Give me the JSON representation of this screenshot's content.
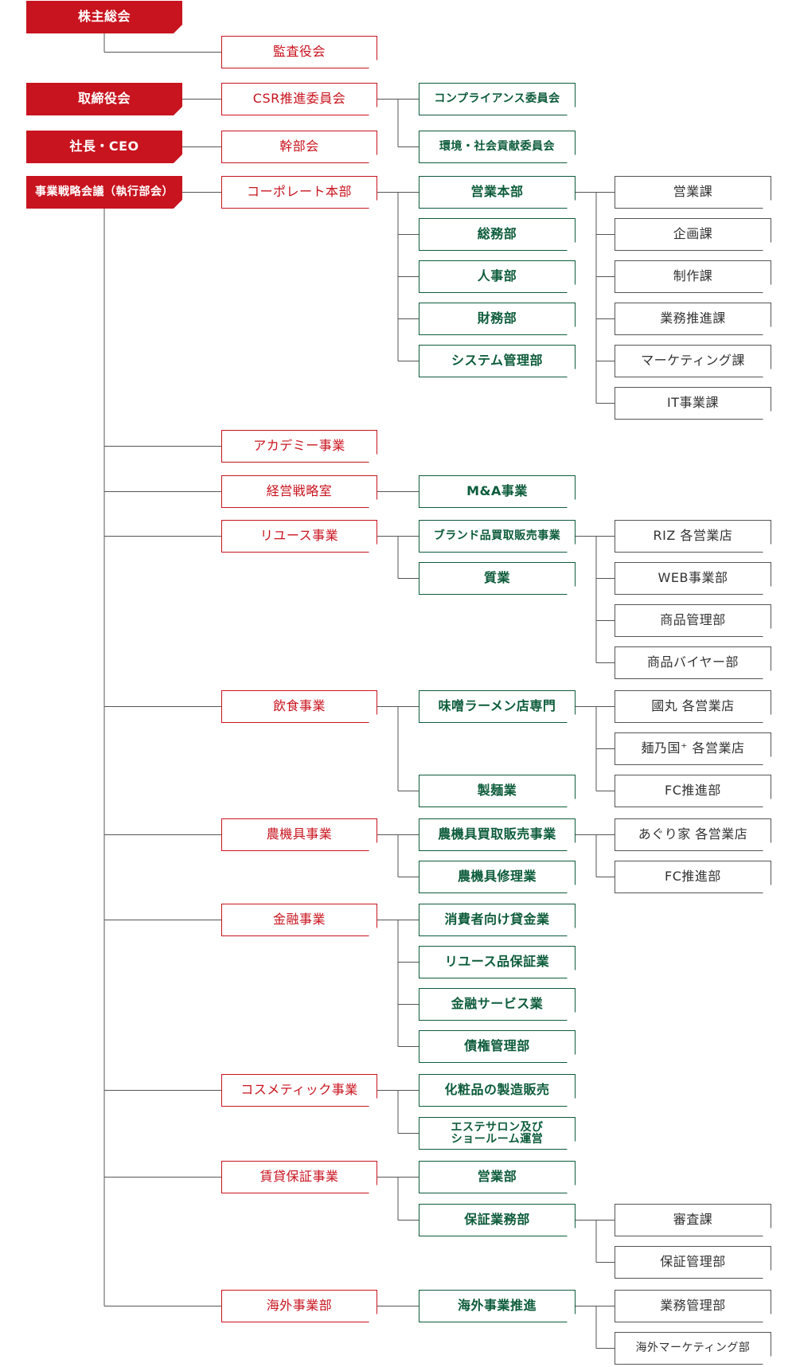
{
  "nodes": [
    {
      "id": "shareholders",
      "label": "株主総会",
      "style": "top"
    },
    {
      "id": "audit",
      "label": "監査役会",
      "style": "red"
    },
    {
      "id": "board",
      "label": "取締役会",
      "style": "top"
    },
    {
      "id": "csr",
      "label": "CSR推進委員会",
      "style": "red"
    },
    {
      "id": "compliance",
      "label": "コンプライアンス委員会",
      "style": "green"
    },
    {
      "id": "environment",
      "label": "環境・社会貢献委員会",
      "style": "green"
    },
    {
      "id": "ceo",
      "label": "社長・CEO",
      "style": "top"
    },
    {
      "id": "executives",
      "label": "幹部会",
      "style": "red"
    },
    {
      "id": "strategy_meeting",
      "label": "事業戦略会議（執行部会）",
      "style": "top"
    },
    {
      "id": "corporate",
      "label": "コーポレート本部",
      "style": "red"
    },
    {
      "id": "sales_hq",
      "label": "営業本部",
      "style": "green"
    },
    {
      "id": "general_affairs",
      "label": "総務部",
      "style": "green"
    },
    {
      "id": "hr",
      "label": "人事部",
      "style": "green"
    },
    {
      "id": "finance",
      "label": "財務部",
      "style": "green"
    },
    {
      "id": "system",
      "label": "システム管理部",
      "style": "green"
    },
    {
      "id": "sales_sec",
      "label": "営業課",
      "style": "gray"
    },
    {
      "id": "planning_sec",
      "label": "企画課",
      "style": "gray"
    },
    {
      "id": "production_sec",
      "label": "制作課",
      "style": "gray"
    },
    {
      "id": "business_promo_sec",
      "label": "業務推進課",
      "style": "gray"
    },
    {
      "id": "marketing_sec",
      "label": "マーケティング課",
      "style": "gray"
    },
    {
      "id": "it_sec",
      "label": "IT事業課",
      "style": "gray"
    },
    {
      "id": "academy",
      "label": "アカデミー事業",
      "style": "red"
    },
    {
      "id": "mgmt_strategy",
      "label": "経営戦略室",
      "style": "red"
    },
    {
      "id": "ma",
      "label": "M&A事業",
      "style": "green"
    },
    {
      "id": "reuse",
      "label": "リユース事業",
      "style": "red"
    },
    {
      "id": "brand_trade",
      "label": "ブランド品買取販売事業",
      "style": "green"
    },
    {
      "id": "pawn",
      "label": "質業",
      "style": "green"
    },
    {
      "id": "riz",
      "label": "RIZ 各営業店",
      "style": "gray"
    },
    {
      "id": "web",
      "label": "WEB事業部",
      "style": "gray"
    },
    {
      "id": "goods_mgmt",
      "label": "商品管理部",
      "style": "gray"
    },
    {
      "id": "buyer",
      "label": "商品バイヤー部",
      "style": "gray"
    },
    {
      "id": "food",
      "label": "飲食事業",
      "style": "red"
    },
    {
      "id": "miso_ramen",
      "label": "味噌ラーメン店専門",
      "style": "green"
    },
    {
      "id": "noodle_making",
      "label": "製麺業",
      "style": "green"
    },
    {
      "id": "kokumaru",
      "label": "國丸 各営業店",
      "style": "gray"
    },
    {
      "id": "mennokuni",
      "label": "麺乃国⁺ 各営業店",
      "style": "gray"
    },
    {
      "id": "fc1",
      "label": "FC推進部",
      "style": "gray"
    },
    {
      "id": "agri",
      "label": "農機具事業",
      "style": "red"
    },
    {
      "id": "agri_trade",
      "label": "農機具買取販売事業",
      "style": "green"
    },
    {
      "id": "agri_repair",
      "label": "農機具修理業",
      "style": "green"
    },
    {
      "id": "aguriya",
      "label": "あぐり家 各営業店",
      "style": "gray"
    },
    {
      "id": "fc2",
      "label": "FC推進部",
      "style": "gray"
    },
    {
      "id": "fin_biz",
      "label": "金融事業",
      "style": "red"
    },
    {
      "id": "consumer_loan",
      "label": "消費者向け貸金業",
      "style": "green"
    },
    {
      "id": "reuse_guarantee",
      "label": "リユース品保証業",
      "style": "green"
    },
    {
      "id": "fin_service",
      "label": "金融サービス業",
      "style": "green"
    },
    {
      "id": "debt_mgmt",
      "label": "債権管理部",
      "style": "green"
    },
    {
      "id": "cosmetics",
      "label": "コスメティック事業",
      "style": "red"
    },
    {
      "id": "cosme_mfg",
      "label": "化粧品の製造販売",
      "style": "green"
    },
    {
      "id": "esthe",
      "label": "エステサロン及び\nショールーム運営",
      "style": "green"
    },
    {
      "id": "rent_guarantee",
      "label": "賃貸保証事業",
      "style": "red"
    },
    {
      "id": "rg_sales",
      "label": "営業部",
      "style": "green"
    },
    {
      "id": "rg_ops",
      "label": "保証業務部",
      "style": "green"
    },
    {
      "id": "review_sec",
      "label": "審査課",
      "style": "gray"
    },
    {
      "id": "guarantee_mgmt",
      "label": "保証管理部",
      "style": "gray"
    },
    {
      "id": "overseas",
      "label": "海外事業部",
      "style": "red"
    },
    {
      "id": "overseas_promo",
      "label": "海外事業推進",
      "style": "green"
    },
    {
      "id": "ops_mgmt",
      "label": "業務管理部",
      "style": "gray"
    },
    {
      "id": "overseas_marketing",
      "label": "海外マーケティング部",
      "style": "gray"
    }
  ],
  "edges": [
    [
      "shareholders",
      "audit"
    ],
    [
      "board",
      "csr"
    ],
    [
      "csr",
      "compliance"
    ],
    [
      "csr",
      "environment"
    ],
    [
      "ceo",
      "executives"
    ],
    [
      "strategy_meeting",
      "corporate"
    ],
    [
      "corporate",
      "sales_hq"
    ],
    [
      "corporate",
      "general_affairs"
    ],
    [
      "corporate",
      "hr"
    ],
    [
      "corporate",
      "finance"
    ],
    [
      "corporate",
      "system"
    ],
    [
      "sales_hq",
      "sales_sec"
    ],
    [
      "sales_hq",
      "planning_sec"
    ],
    [
      "sales_hq",
      "production_sec"
    ],
    [
      "sales_hq",
      "business_promo_sec"
    ],
    [
      "sales_hq",
      "marketing_sec"
    ],
    [
      "sales_hq",
      "it_sec"
    ],
    [
      "strategy_meeting",
      "academy"
    ],
    [
      "strategy_meeting",
      "mgmt_strategy"
    ],
    [
      "mgmt_strategy",
      "ma"
    ],
    [
      "strategy_meeting",
      "reuse"
    ],
    [
      "reuse",
      "brand_trade"
    ],
    [
      "reuse",
      "pawn"
    ],
    [
      "brand_trade",
      "riz"
    ],
    [
      "brand_trade",
      "web"
    ],
    [
      "brand_trade",
      "goods_mgmt"
    ],
    [
      "brand_trade",
      "buyer"
    ],
    [
      "strategy_meeting",
      "food"
    ],
    [
      "food",
      "miso_ramen"
    ],
    [
      "food",
      "noodle_making"
    ],
    [
      "miso_ramen",
      "kokumaru"
    ],
    [
      "miso_ramen",
      "mennokuni"
    ],
    [
      "miso_ramen",
      "fc1"
    ],
    [
      "strategy_meeting",
      "agri"
    ],
    [
      "agri",
      "agri_trade"
    ],
    [
      "agri",
      "agri_repair"
    ],
    [
      "agri_trade",
      "aguriya"
    ],
    [
      "agri_trade",
      "fc2"
    ],
    [
      "strategy_meeting",
      "fin_biz"
    ],
    [
      "fin_biz",
      "consumer_loan"
    ],
    [
      "fin_biz",
      "reuse_guarantee"
    ],
    [
      "fin_biz",
      "fin_service"
    ],
    [
      "fin_biz",
      "debt_mgmt"
    ],
    [
      "strategy_meeting",
      "cosmetics"
    ],
    [
      "cosmetics",
      "cosme_mfg"
    ],
    [
      "cosmetics",
      "esthe"
    ],
    [
      "strategy_meeting",
      "rent_guarantee"
    ],
    [
      "rent_guarantee",
      "rg_sales"
    ],
    [
      "rent_guarantee",
      "rg_ops"
    ],
    [
      "rg_ops",
      "review_sec"
    ],
    [
      "rg_ops",
      "guarantee_mgmt"
    ],
    [
      "strategy_meeting",
      "overseas"
    ],
    [
      "overseas",
      "overseas_promo"
    ],
    [
      "overseas_promo",
      "ops_mgmt"
    ],
    [
      "overseas_promo",
      "overseas_marketing"
    ]
  ],
  "colors": {
    "red": "#c8141f",
    "green": "#0d5c3b",
    "gray": "#555555",
    "line": "#555555"
  }
}
